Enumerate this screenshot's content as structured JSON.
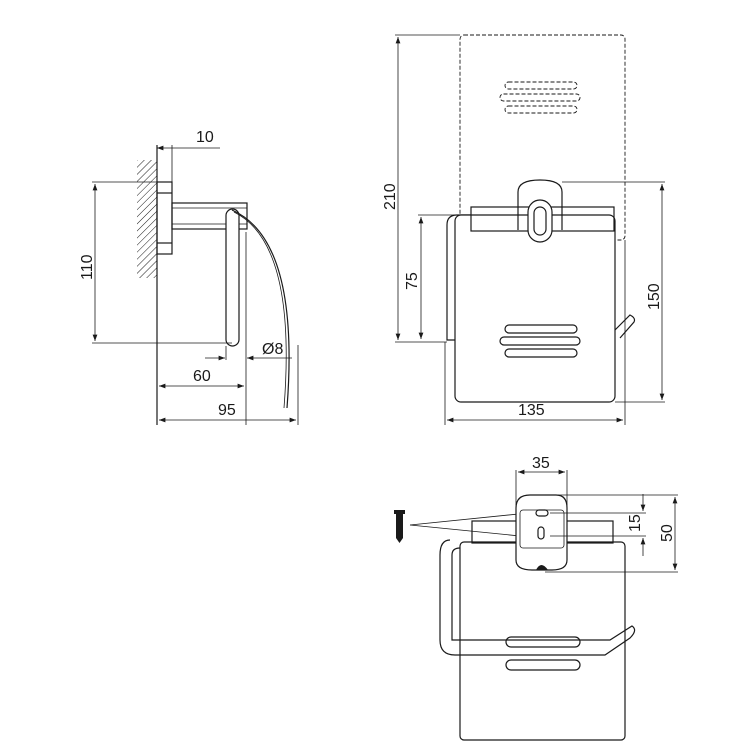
{
  "side_view": {
    "dim_wall_plate": "10",
    "dim_height": "110",
    "dim_rod_diameter": "Ø8",
    "dim_rod_depth": "60",
    "dim_total_depth": "95"
  },
  "front_view": {
    "dim_total_height": "210",
    "dim_rod_height": "75",
    "dim_body_height": "150",
    "dim_width": "135"
  },
  "top_view": {
    "dim_plate_width": "35",
    "dim_hole_spacing": "15",
    "dim_plate_height": "50"
  },
  "colors": {
    "line": "#1a1a1a",
    "background": "#ffffff"
  }
}
